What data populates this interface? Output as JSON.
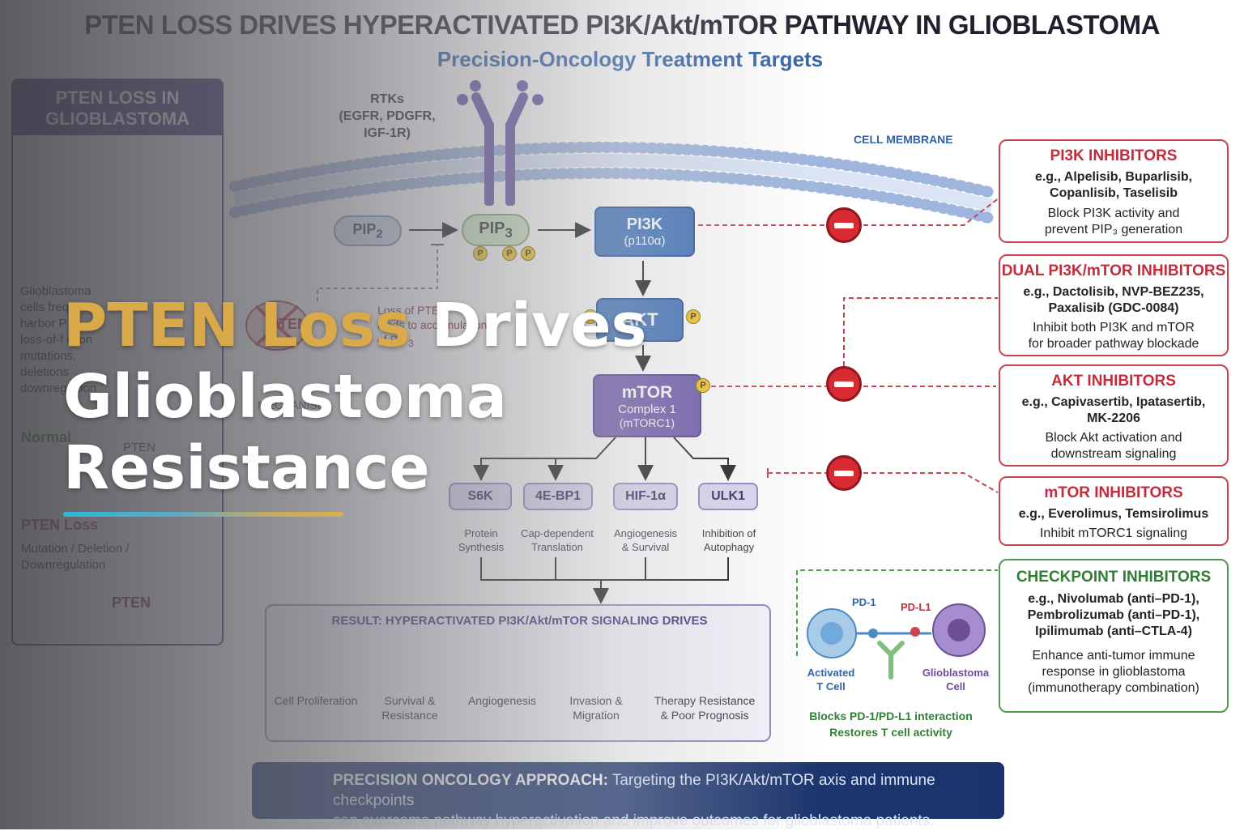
{
  "title": "PTEN LOSS DRIVES HYPERACTIVATED PI3K/Akt/mTOR PATHWAY IN GLIOBLASTOMA",
  "subtitle": "Precision-Oncology Treatment Targets",
  "left_panel": {
    "heading_line1": "PTEN LOSS IN",
    "heading_line2": "GLIOBLASTOMA",
    "text_lines": [
      "Glioblastoma",
      "cells freq",
      "harbor P",
      "loss-of-f  ction",
      "mutations,",
      "deletions",
      "downreg  ation"
    ],
    "normal_label": "Normal",
    "normal_pten": "PTEN",
    "loss_label": "PTEN Loss",
    "loss_desc_line1": "Mutation / Deletion /",
    "loss_desc_line2": "Downregulation",
    "loss_pten": "PTEN"
  },
  "pathway": {
    "rtk_label_line1": "RTKs",
    "rtk_label_line2": "(EGFR, PDGFR,",
    "rtk_label_line3": "IGF-1R)",
    "membrane_label": "CELL MEMBRANE",
    "pip2": "PIP",
    "pip2_sub": "2",
    "pip3": "PIP",
    "pip3_sub": "3",
    "pi3k_line1": "PI3K",
    "pi3k_line2": "(p110α)",
    "akt": "AKT",
    "mtor_line1": "mTOR",
    "mtor_line2": "Complex 1",
    "mtor_line3": "(mTORC1)",
    "p_label": "P",
    "pten_node": "PTEN",
    "pten_note_line1": "Loss of PTEN",
    "pten_note_line2": "leads to accumulation",
    "pten_note_line3": "of PIP",
    "pten_note_sub": "3",
    "pten_mechanism": "MECHANISM",
    "effectors": [
      {
        "name": "S6K",
        "desc_line1": "Protein",
        "desc_line2": "Synthesis"
      },
      {
        "name": "4E-BP1",
        "desc_line1": "Cap-dependent",
        "desc_line2": "Translation"
      },
      {
        "name": "HIF-1α",
        "desc_line1": "Angiogenesis",
        "desc_line2": "& Survival"
      },
      {
        "name": "ULK1",
        "desc_line1": "Inhibition of",
        "desc_line2": "Autophagy"
      }
    ]
  },
  "result": {
    "title": "RESULT: HYPERACTIVATED PI3K/Akt/mTOR SIGNALING DRIVES",
    "items": [
      {
        "line1": "Cell Proliferation",
        "line2": ""
      },
      {
        "line1": "Survival &",
        "line2": "Resistance"
      },
      {
        "line1": "Angiogenesis",
        "line2": ""
      },
      {
        "line1": "Invasion &",
        "line2": "Migration"
      },
      {
        "line1": "Therapy Resistance",
        "line2": "& Poor Prognosis"
      }
    ]
  },
  "inhibitors": [
    {
      "title": "PI3K INHIBITORS",
      "eg_line1": "e.g., Alpelisib, Buparlisib,",
      "eg_line2": "Copanlisib, Taselisib",
      "desc_line1": "Block PI3K activity and",
      "desc_line2": "prevent PIP₃ generation"
    },
    {
      "title": "DUAL PI3K/mTOR INHIBITORS",
      "eg_line1": "e.g., Dactolisib, NVP-BEZ235,",
      "eg_line2": "Paxalisib (GDC-0084)",
      "desc_line1": "Inhibit both PI3K and mTOR",
      "desc_line2": "for broader pathway blockade"
    },
    {
      "title": "AKT INHIBITORS",
      "eg_line1": "e.g., Capivasertib, Ipatasertib,",
      "eg_line2": "MK-2206",
      "desc_line1": "Block Akt activation and",
      "desc_line2": "downstream signaling"
    },
    {
      "title": "mTOR INHIBITORS",
      "eg_line1": "e.g., Everolimus, Temsirolimus",
      "eg_line2": "",
      "desc_line1": "Inhibit mTORC1 signaling",
      "desc_line2": ""
    }
  ],
  "checkpoint": {
    "title": "CHECKPOINT INHIBITORS",
    "eg_line1": "e.g., Nivolumab (anti–PD-1),",
    "eg_line2": "Pembrolizumab (anti–PD-1),",
    "eg_line3": "Ipilimumab (anti–CTLA-4)",
    "desc_line1": "Enhance anti-tumor immune",
    "desc_line2": "response in glioblastoma",
    "desc_line3": "(immunotherapy combination)",
    "pd1": "PD-1",
    "pdl1": "PD-L1",
    "tcell_line1": "Activated",
    "tcell_line2": "T Cell",
    "gbm_line1": "Glioblastoma",
    "gbm_line2": "Cell",
    "note_line1": "Blocks PD-1/PD-L1 interaction",
    "note_line2": "Restores T cell activity"
  },
  "footer": {
    "lead": "PRECISION ONCOLOGY APPROACH:",
    "text1": " Targeting the PI3K/Akt/mTOR axis and immune checkpoints",
    "text2": "can overcome pathway hyperactivation and improve outcomes for glioblastoma patients."
  },
  "hero": {
    "accent": "PTEN Loss",
    "line1_rest": " Drives",
    "line2": "Glioblastoma",
    "line3": "Resistance"
  },
  "colors": {
    "accent_gold": "#d9a94a",
    "inhibitor_red": "#c42a3a",
    "checkpoint_green": "#2e7d32",
    "footer_navy": "#17316b"
  }
}
